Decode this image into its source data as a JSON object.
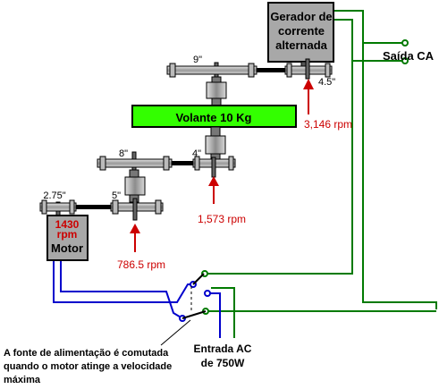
{
  "generator": {
    "line1": "Gerador de",
    "line2": "corrente",
    "line3": "alternada"
  },
  "output_label": "Saída CA",
  "flywheel_label": "Volante 10 Kg",
  "motor": {
    "rpm_value": "1430",
    "rpm_unit": "rpm",
    "label": "Motor"
  },
  "pulleys": {
    "top_large": "9\"",
    "top_small": "4.5\"",
    "mid_large": "8\"",
    "mid_small": "4\"",
    "low_large": "5\"",
    "low_small": "2.75\""
  },
  "speeds": {
    "generator_rpm": "3,146 rpm",
    "mid_rpm": "1,573 rpm",
    "low_rpm": "786.5 rpm"
  },
  "ac_input": {
    "line1": "Entrada AC",
    "line2": "de 750W"
  },
  "note": {
    "line1": "A fonte de alimentação é comutada",
    "line2": "quando o motor atinge a velocidade",
    "line3": "máxima"
  },
  "colors": {
    "wire_green": "#007a00",
    "wire_blue": "#0000cc",
    "flywheel_fill": "#33ff00",
    "arrow_red": "#cc0000",
    "box_gray": "#a8a8a8"
  }
}
